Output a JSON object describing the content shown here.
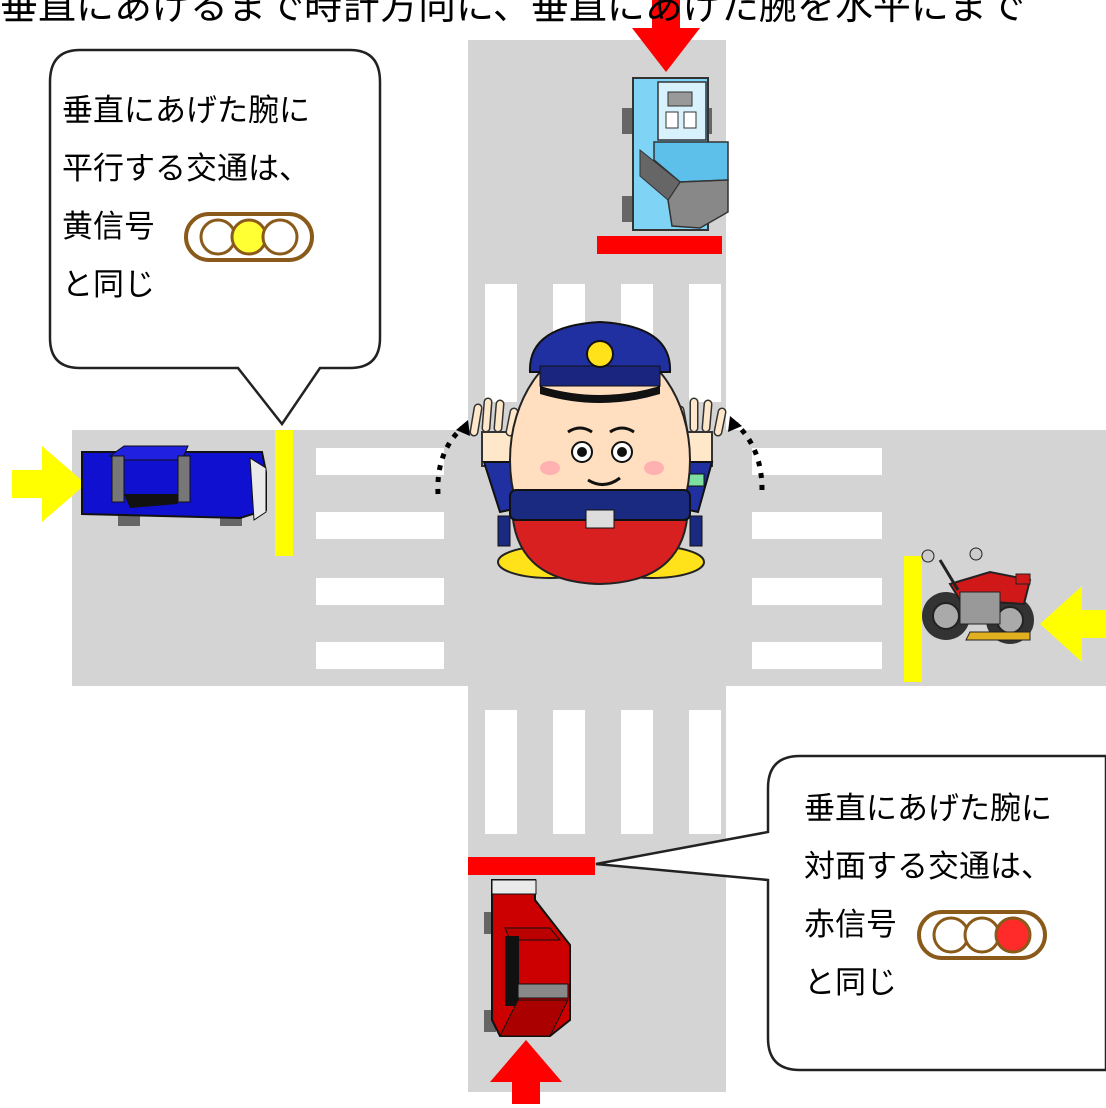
{
  "title": "垂直にあげるまで時計方向に、垂直にあげた腕を水平にまで",
  "callout_left": {
    "line1": "垂直にあげた腕に",
    "line2": "平行する交通は、",
    "line3": "黄信号",
    "line4": "と同じ"
  },
  "callout_right": {
    "line1": "垂直にあげた腕に",
    "line2": "対面する交通は、",
    "line3": "赤信号",
    "line4": "と同じ"
  },
  "signal_icons": {
    "yellow": {
      "lit_lamp": 2,
      "lit_color": "#ffff33"
    },
    "red": {
      "lit_lamp": 3,
      "lit_color": "#ff2a2a"
    }
  },
  "colors": {
    "road": "#d4d4d4",
    "crosswalk": "#ffffff",
    "stop_line_red": "#ff0000",
    "stop_line_yellow": "#ffff00",
    "arrow_red": "#ff0000",
    "arrow_yellow": "#ffff00",
    "car_blue": "#1010d0",
    "car_red": "#cc0000",
    "bus_blue": "#6fd0f5",
    "officer_cap": "#2030a0",
    "officer_body": "#d82020"
  }
}
